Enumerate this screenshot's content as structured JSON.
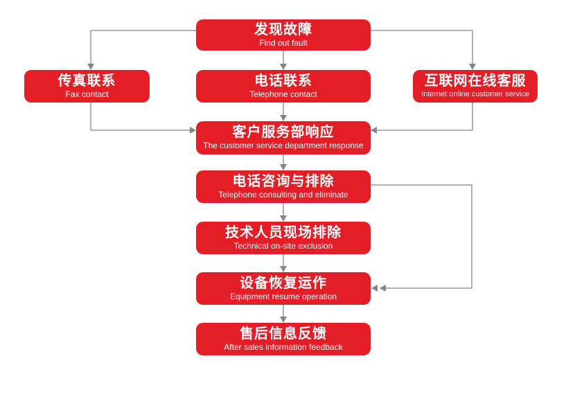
{
  "colors": {
    "box_red": "#e31e26",
    "connector_gray": "#848484",
    "label_white": "#ffffff",
    "background": "#ffffff"
  },
  "nodes": {
    "find_fault": {
      "zh": "发现故障",
      "en": "Find out fault"
    },
    "fax_contact": {
      "zh": "传真联系",
      "en": "Fax contact"
    },
    "telephone_contact": {
      "zh": "电话联系",
      "en": "Telephone contact"
    },
    "internet_service": {
      "zh": "互联网在线客服",
      "en": "Internet online customer service"
    },
    "department_response": {
      "zh": "客户服务部响应",
      "en": "The customer service department response"
    },
    "telephone_consulting": {
      "zh": "电话咨询与排除",
      "en": "Telephone consulting and eliminate"
    },
    "onsite_exclusion": {
      "zh": "技术人员现场排除",
      "en": "Technical on-site exclusion"
    },
    "equipment_resume": {
      "zh": "设备恢复运作",
      "en": "Equipment resume operation"
    },
    "after_sales_feedback": {
      "zh": "售后信息反馈",
      "en": "After sales information feedback"
    }
  }
}
